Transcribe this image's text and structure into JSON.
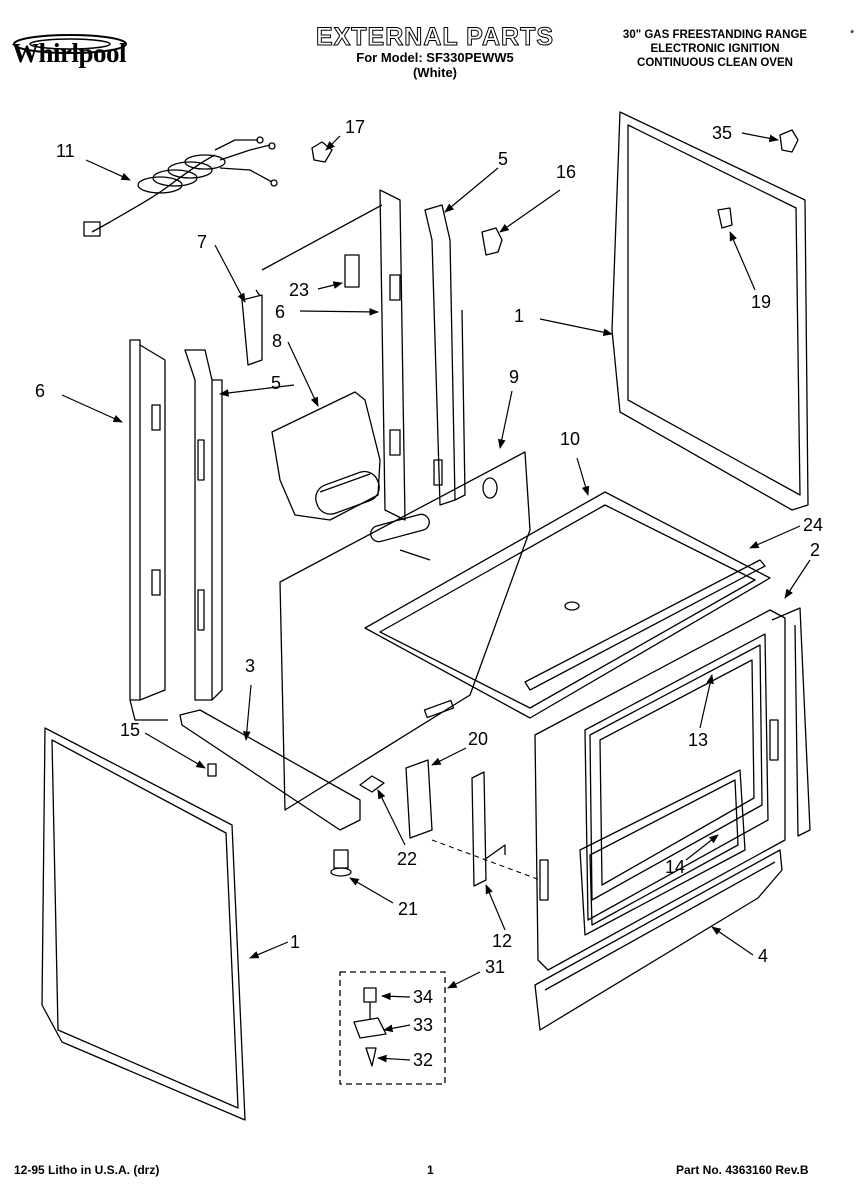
{
  "header": {
    "brand": "Whirlpool",
    "title": "EXTERNAL PARTS",
    "model_line": "For Model: SF330PEWW5",
    "color_line": "(White)",
    "product_lines": [
      "30\" GAS FREESTANDING RANGE",
      "ELECTRONIC IGNITION",
      "CONTINUOUS CLEAN OVEN"
    ],
    "mark": "*"
  },
  "callouts": [
    {
      "id": "c11",
      "text": "11"
    },
    {
      "id": "c17",
      "text": "17"
    },
    {
      "id": "c5a",
      "text": "5"
    },
    {
      "id": "c16",
      "text": "16"
    },
    {
      "id": "c35",
      "text": "35"
    },
    {
      "id": "c7",
      "text": "7"
    },
    {
      "id": "c23",
      "text": "23"
    },
    {
      "id": "c6a",
      "text": "6"
    },
    {
      "id": "c8",
      "text": "8"
    },
    {
      "id": "c19",
      "text": "19"
    },
    {
      "id": "c1a",
      "text": "1"
    },
    {
      "id": "c6b",
      "text": "6"
    },
    {
      "id": "c5b",
      "text": "5"
    },
    {
      "id": "c9",
      "text": "9"
    },
    {
      "id": "c10",
      "text": "10"
    },
    {
      "id": "c24",
      "text": "24"
    },
    {
      "id": "c2",
      "text": "2"
    },
    {
      "id": "c3",
      "text": "3"
    },
    {
      "id": "c15",
      "text": "15"
    },
    {
      "id": "c20",
      "text": "20"
    },
    {
      "id": "c13",
      "text": "13"
    },
    {
      "id": "c14",
      "text": "14"
    },
    {
      "id": "c22",
      "text": "22"
    },
    {
      "id": "c21",
      "text": "21"
    },
    {
      "id": "c1b",
      "text": "1"
    },
    {
      "id": "c12",
      "text": "12"
    },
    {
      "id": "c4",
      "text": "4"
    },
    {
      "id": "c31",
      "text": "31"
    },
    {
      "id": "c34",
      "text": "34"
    },
    {
      "id": "c33",
      "text": "33"
    },
    {
      "id": "c32",
      "text": "32"
    }
  ],
  "footer": {
    "left": "12-95 Litho in U.S.A. (drz)",
    "page": "1",
    "part_no": "Part No. 4363160 Rev.B"
  }
}
